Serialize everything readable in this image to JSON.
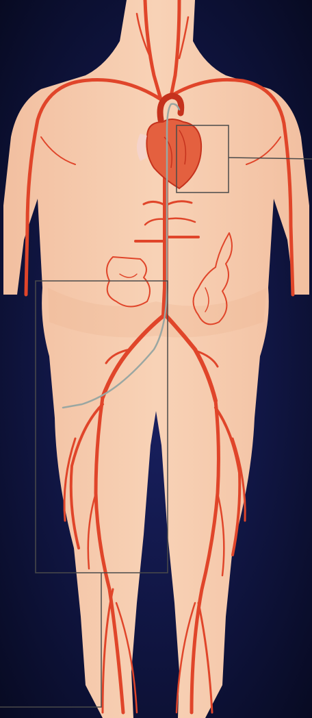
{
  "colors": {
    "background": "#0a0d2e",
    "background_speckle": "#2a3a8a",
    "skin": "#f6c9a8",
    "skin_shadow": "#eab08e",
    "artery": "#e0452a",
    "artery_dark": "#c5321d",
    "heart": "#e4603f",
    "catheter": "#9aa7a2",
    "callout_line": "#4a4a4a"
  },
  "icons": [
    "human-body-illustration",
    "heart-icon",
    "catheter-line"
  ],
  "callouts": [
    {
      "name": "heart-callout",
      "label": ""
    },
    {
      "name": "leg-callout",
      "label": ""
    }
  ]
}
